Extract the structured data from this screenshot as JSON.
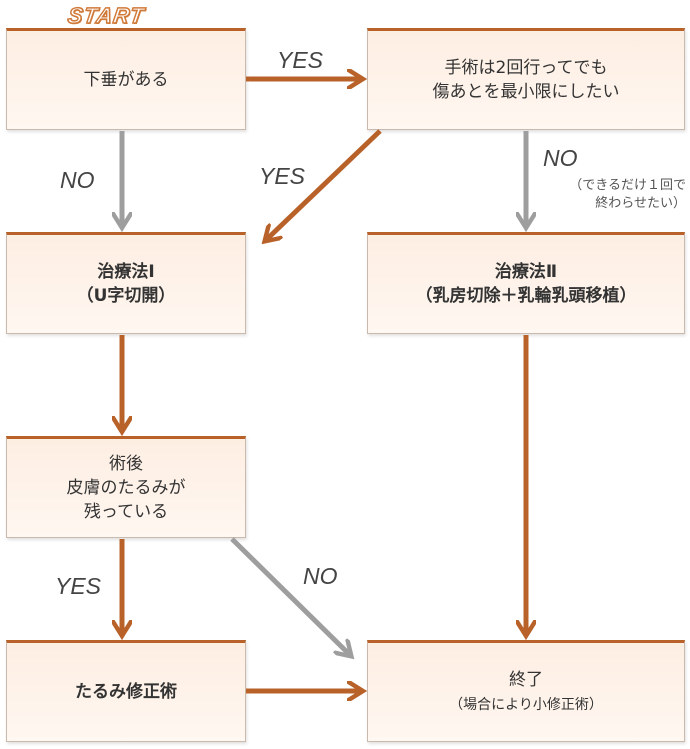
{
  "start_label": "START",
  "nodes": {
    "start": {
      "lines": [
        "下垂がある"
      ]
    },
    "q2": {
      "lines": [
        "手術は2回行ってでも",
        "傷あとを最小限にしたい"
      ]
    },
    "t1": {
      "lines": [
        "治療法Ⅰ",
        "（U字切開）"
      ]
    },
    "t2": {
      "lines": [
        "治療法Ⅱ",
        "（乳房切除＋乳輪乳頭移植）"
      ]
    },
    "q3": {
      "lines": [
        "術後",
        "皮膚のたるみが",
        "残っている"
      ]
    },
    "fix": {
      "lines": [
        "たるみ修正術"
      ]
    },
    "end": {
      "lines": [
        "終了"
      ],
      "note": "（場合により小修正術）"
    }
  },
  "edge_labels": {
    "start_to_q2": "YES",
    "start_to_t1": "NO",
    "q2_to_t1": "YES",
    "q2_to_t2": "NO",
    "q2_to_t2_note": [
      "（できるだけ１回で",
      "終わらせたい）"
    ],
    "q3_to_fix": "YES",
    "q3_to_end": "NO"
  },
  "colors": {
    "yes_arrow": "#b8622a",
    "no_arrow": "#9e9e9e",
    "box_border_top": "#b8622a",
    "box_fill": "#fdeee2"
  }
}
